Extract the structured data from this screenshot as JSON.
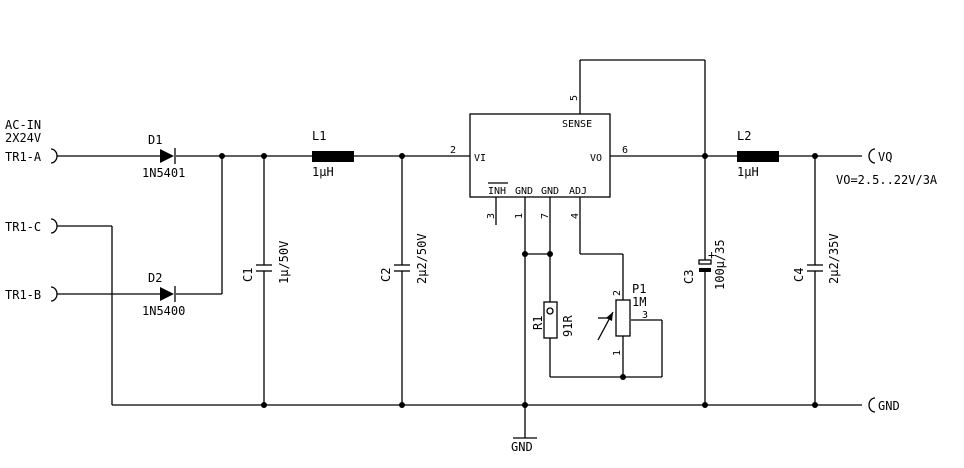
{
  "labels": {
    "ac_in": "AC-IN",
    "ac_rating": "2X24V",
    "tr_a": "TR1-A",
    "tr_c": "TR1-C",
    "tr_b": "TR1-B",
    "d1": "D1",
    "d1_val": "1N5401",
    "d2": "D2",
    "d2_val": "1N5400",
    "l1": "L1",
    "l1_val": "1µH",
    "c1": "C1",
    "c1_val": "1µ/50V",
    "c2": "C2",
    "c2_val": "2µ2/50V",
    "ic_sense": "SENSE",
    "ic_vi": "VI",
    "ic_vo": "VO",
    "ic_inh": "INH",
    "ic_gnd1": "GND",
    "ic_gnd2": "GND",
    "ic_adj": "ADJ",
    "pin2": "2",
    "pin6": "6",
    "pin5": "5",
    "pin3": "3",
    "pin1": "1",
    "pin7": "7",
    "pin4": "4",
    "r1": "R1",
    "r1_val": "91R",
    "p1": "P1",
    "p1_val": "1M",
    "p1_pin2": "2",
    "p1_pin3": "3",
    "p1_pin1": "1",
    "c3": "C3",
    "c3_val": "100µ/35",
    "c3_plus": "+",
    "l2": "L2",
    "l2_val": "1µH",
    "c4": "C4",
    "c4_val": "2µ2/35V",
    "vq": "VQ",
    "vo_range": "VO=2.5..22V/3A",
    "gnd_out": "GND",
    "gnd_bottom": "GND"
  }
}
